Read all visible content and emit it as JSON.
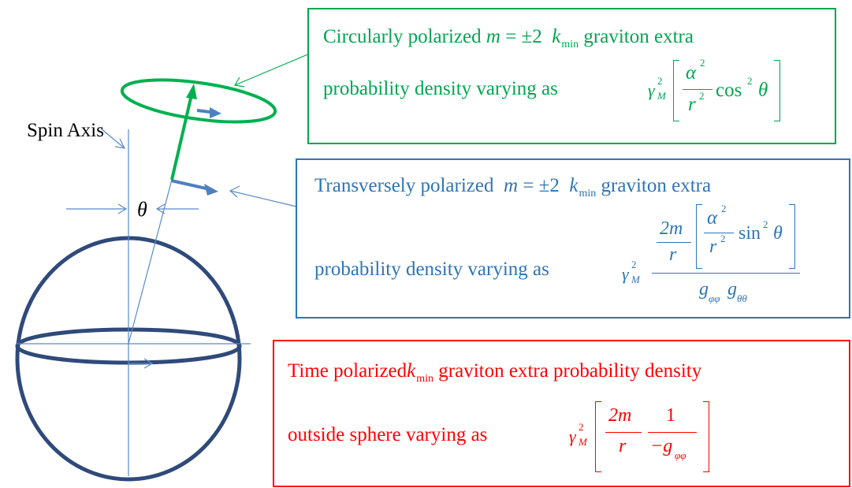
{
  "diagram": {
    "spin_axis_label": "Spin Axis",
    "theta_symbol": "θ"
  },
  "green_box": {
    "color": "#00a651",
    "line1": {
      "a": "Circularly polarized",
      "m": "m",
      "eq": " = ±2 ",
      "k": "k",
      "kmin": "min",
      "b": "graviton extra"
    },
    "line2": {
      "a": "probability density varying as",
      "gamma": "γ",
      "gsup": "2",
      "gsub": "M",
      "alpha": "α",
      "asup": "2",
      "r": "r",
      "rsup": "2",
      "cos": "cos",
      "cossup": "2",
      "theta": "θ"
    }
  },
  "blue_box": {
    "color": "#2e75b6",
    "line1": {
      "a": "Transversely polarized",
      "m": "m",
      "eq": " = ±2 ",
      "k": "k",
      "kmin": "min",
      "b": "graviton extra"
    },
    "line2": {
      "a": "probability density varying as",
      "gamma": "γ",
      "gsup": "2",
      "gsub": "M",
      "two_m": "2m",
      "r": "r",
      "alpha": "α",
      "asup": "2",
      "r2": "r",
      "r2sup": "2",
      "sin": "sin",
      "sinsup": "2",
      "theta": "θ",
      "g1": "g",
      "g1sub": "φφ",
      "g2": "g",
      "g2sub": "θθ"
    }
  },
  "red_box": {
    "color": "#ff0000",
    "line1": {
      "a": "Time polarized",
      "k": "k",
      "kmin": "min",
      "b": "graviton extra probability density"
    },
    "line2": {
      "a": "outside sphere varying as",
      "gamma": "γ",
      "gsup": "2",
      "gsub": "M",
      "two_m": "2m",
      "r": "r",
      "one": "1",
      "minus_g": "−g",
      "gsub2": "φφ"
    }
  }
}
